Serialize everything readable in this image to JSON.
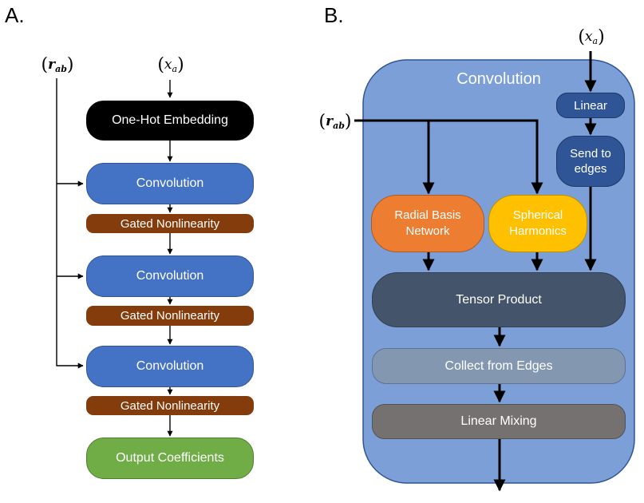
{
  "panel_a": {
    "label": "A.",
    "input_r": {
      "symbol": "r",
      "subscript": "ab"
    },
    "input_x": {
      "symbol": "x",
      "subscript": "a"
    },
    "embedding": "One-Hot Embedding",
    "blocks": [
      {
        "conv": "Convolution",
        "gate": "Gated Nonlinearity"
      },
      {
        "conv": "Convolution",
        "gate": "Gated Nonlinearity"
      },
      {
        "conv": "Convolution",
        "gate": "Gated Nonlinearity"
      }
    ],
    "output": "Output Coefficients"
  },
  "panel_b": {
    "label": "B.",
    "title": "Convolution",
    "input_r": {
      "symbol": "r",
      "subscript": "ab"
    },
    "input_x": {
      "symbol": "x",
      "subscript": "a"
    },
    "linear": "Linear",
    "send": "Send to edges",
    "radial": "Radial Basis Network",
    "spherical": "Spherical Harmonics",
    "tensor": "Tensor Product",
    "collect": "Collect from Edges",
    "mixing": "Linear Mixing"
  },
  "colors": {
    "blue_box": "#4472C4",
    "brown_box": "#843C0C",
    "green_box": "#70AD47",
    "black_box": "#000000",
    "panel_bg": "#7B9FD6",
    "dark_blue": "#2F5597",
    "orange": "#ED7D31",
    "gold": "#FFC000",
    "slate": "#44546A",
    "gray_blue": "#8497B0",
    "gray": "#767171"
  }
}
